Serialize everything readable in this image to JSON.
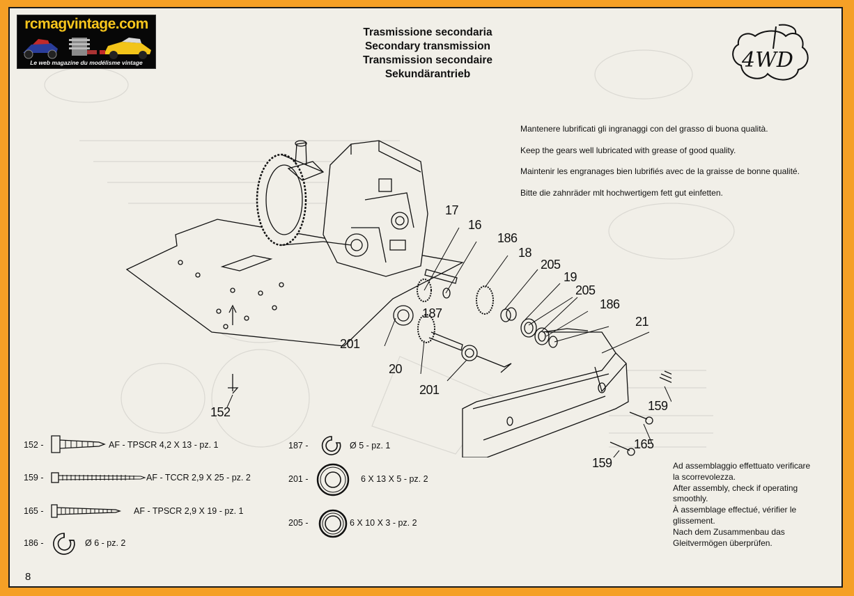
{
  "logo": {
    "title": "rcmagvintage.com",
    "subtitle": "Le web magazine du modélisme vintage"
  },
  "titles": [
    "Trasmissione secondaria",
    "Secondary transmission",
    "Transmission secondaire",
    "Sekundärantrieb"
  ],
  "emblem_text": "4WD",
  "lubrication_notes": [
    "Mantenere lubrificati gli ingranaggi con del grasso di buona qualità.",
    "Keep the gears well lubricated with grease of good quality.",
    "Maintenir les engranages bien lubrifiés avec de la graisse de bonne qualité.",
    "Bitte die zahnräder mlt hochwertigem fett gut einfetten."
  ],
  "callouts": {
    "c17": "17",
    "c16": "16",
    "c186a": "186",
    "c18": "18",
    "c205a": "205",
    "c19": "19",
    "c205b": "205",
    "c186b": "186",
    "c21": "21",
    "c187": "187",
    "c201a": "201",
    "c20": "20",
    "c201b": "201",
    "c152": "152",
    "c159a": "159",
    "c165": "165",
    "c159b": "159"
  },
  "parts": [
    {
      "num": "152 -",
      "desc": "AF - TPSCR 4,2 X 13 - pz. 1",
      "icon": "self-tapping-screw-icon"
    },
    {
      "num": "159 -",
      "desc": "AF - TCCR 2,9 X 25 - pz. 2",
      "icon": "long-screw-icon"
    },
    {
      "num": "165 -",
      "desc": "AF - TPSCR  2,9 X 19 - pz. 1",
      "icon": "countersunk-screw-icon"
    },
    {
      "num": "186 -",
      "desc": "Ø 6 - pz. 2",
      "icon": "circlip-icon"
    },
    {
      "num": "187 -",
      "desc": "Ø 5 - pz. 1",
      "icon": "circlip-icon"
    },
    {
      "num": "201 -",
      "desc": "6 X 13 X 5 - pz. 2",
      "icon": "bearing-icon"
    },
    {
      "num": "205 -",
      "desc": "6 X 10 X 3 - pz. 2",
      "icon": "bearing-icon"
    }
  ],
  "assembly_note": [
    "Ad assemblaggio effettuato verificare",
    "la scorrevolezza.",
    "After assembly, check if operating",
    "smoothly.",
    "À assemblage effectué, vérifier le",
    "glissement.",
    "Nach dem Zusammenbau das",
    "Gleitvermögen überprüfen."
  ],
  "page_number": "8",
  "colors": {
    "frame": "#f5a026",
    "paper": "#f1efe8",
    "ink": "#111111",
    "logo_bg": "#070707",
    "logo_accent": "#f7c51c"
  }
}
